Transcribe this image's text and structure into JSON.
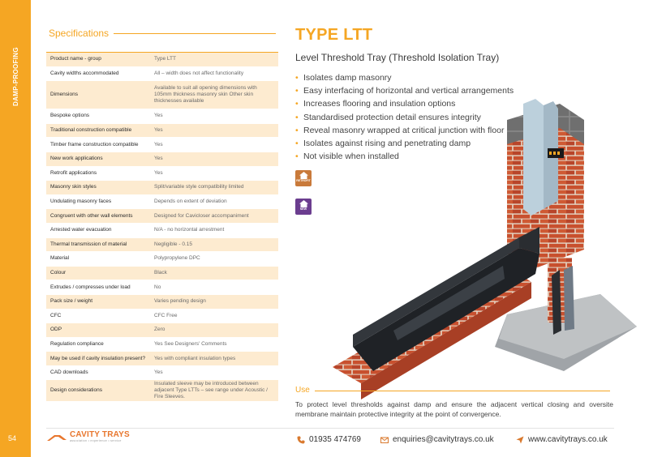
{
  "side": {
    "section_label": "DAMP-PROOFING",
    "page_number": "54"
  },
  "specs": {
    "heading": "Specifications",
    "rows": [
      {
        "label": "Product name - group",
        "value": "Type LTT"
      },
      {
        "label": "Cavity widths accommodated",
        "value": "All – width does not affect functionality"
      },
      {
        "label": "Dimensions",
        "value": "Available to suit all opening dimensions with 105mm thickness masonry skin Other skin thicknesses available"
      },
      {
        "label": "Bespoke options",
        "value": "Yes"
      },
      {
        "label": "Traditional construction compatible",
        "value": "Yes"
      },
      {
        "label": "Timber frame construction compatible",
        "value": "Yes"
      },
      {
        "label": "New work applications",
        "value": "Yes"
      },
      {
        "label": "Retrofit applications",
        "value": "Yes"
      },
      {
        "label": "Masonry skin styles",
        "value": "Split/variable style compatibility limited"
      },
      {
        "label": "Undulating masonry faces",
        "value": "Depends on extent of deviation"
      },
      {
        "label": "Congruent with other wall elements",
        "value": "Designed for Cavicloser accompaniment"
      },
      {
        "label": "Arrested water evacuation",
        "value": "N/A - no horizontal arrestment"
      },
      {
        "label": "Thermal transmission of material",
        "value": "Negligible - 0.15"
      },
      {
        "label": "Material",
        "value": "Polypropylene DPC"
      },
      {
        "label": "Colour",
        "value": "Black"
      },
      {
        "label": "Extrudes / compresses under load",
        "value": "No"
      },
      {
        "label": "Pack size / weight",
        "value": "Varies pending design"
      },
      {
        "label": "CFC",
        "value": "CFC Free"
      },
      {
        "label": "ODP",
        "value": "Zero"
      },
      {
        "label": "Regulation compliance",
        "value": "Yes See Designers' Comments"
      },
      {
        "label": "May be used if cavity insulation present?",
        "value": "Yes with compliant insulation types"
      },
      {
        "label": "CAD downloads",
        "value": "Yes"
      },
      {
        "label": "Design considerations",
        "value": "Insulated sleeve may be introduced between adjacent Type LTTs – see range under Acoustic / Fire Sleeves."
      }
    ]
  },
  "product": {
    "title": "TYPE LTT",
    "subtitle": "Level Threshold Tray (Threshold Isolation Tray)",
    "features": [
      "Isolates damp masonry",
      "Easy interfacing of horizontal and vertical arrangements",
      "Increases flooring and insulation options",
      "Standardised protection detail ensures integrity",
      "Reveal masonry wrapped at critical junction with floor",
      "Isolates against rising and penetrating damp",
      "Not visible when installed"
    ],
    "badges": {
      "retrofit": "RETROFIT",
      "new": "NEW"
    }
  },
  "use": {
    "heading": "Use",
    "text": "To protect level thresholds against damp and ensure the adjacent vertical closing and oversite membrane maintain protective integrity at the point of convergence."
  },
  "footer": {
    "brand": "CAVITY TRAYS",
    "tagline": "association • experience • service",
    "phone": "01935 474769",
    "email": "enquiries@cavitytrays.co.uk",
    "web": "www.cavitytrays.co.uk"
  },
  "colors": {
    "accent": "#f5a623",
    "row_shade": "#fdebd0",
    "brick": "#c8502e",
    "tray": "#1f2226",
    "retrofit_badge": "#c97a3a",
    "new_badge": "#6b3d8f",
    "logo": "#e8762d"
  },
  "icons": [
    "house-icon",
    "phone-icon",
    "mail-icon",
    "send-icon",
    "logo-mark-icon"
  ]
}
